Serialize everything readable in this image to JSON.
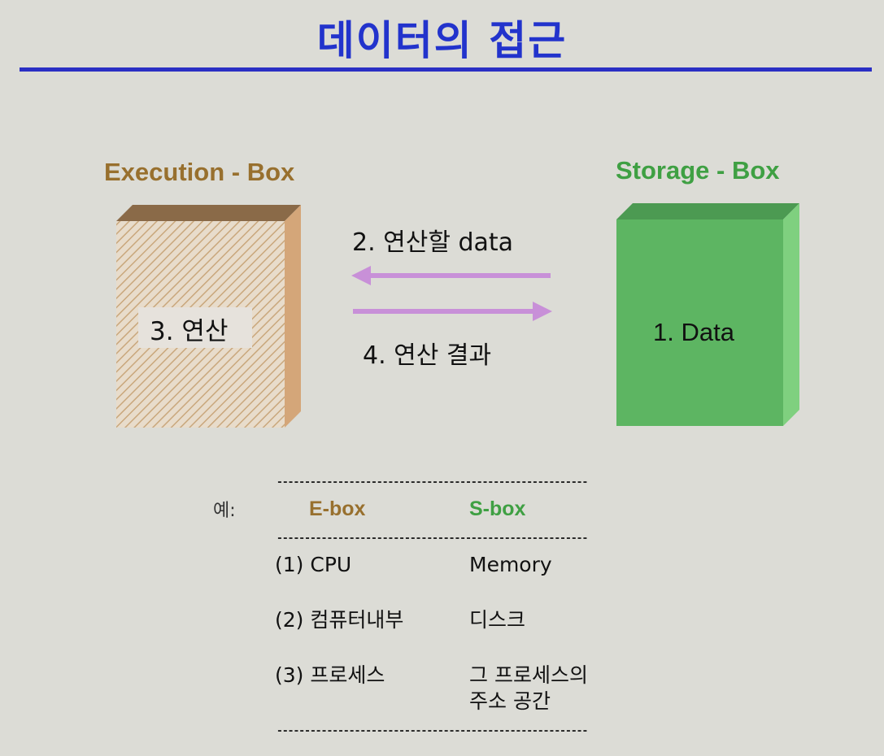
{
  "title": "데이터의 접근",
  "diagram": {
    "execution_box": {
      "label": "Execution - Box",
      "content": "3.  연산"
    },
    "storage_box": {
      "label": "Storage - Box",
      "content": "1. Data"
    },
    "arrows": [
      {
        "label": "2.  연산할 data",
        "direction": "storage-to-execution"
      },
      {
        "label": "4.  연산 결과",
        "direction": "execution-to-storage"
      }
    ]
  },
  "example": {
    "label": "예:",
    "separator": "--------------------------------------------------------",
    "headers": {
      "ebox": "E-box",
      "sbox": "S-box"
    },
    "rows": [
      {
        "ebox": "(1) CPU",
        "sbox": "Memory"
      },
      {
        "ebox": "(2) 컴퓨터내부",
        "sbox": "디스크"
      },
      {
        "ebox": "(3) 프로세스",
        "sbox_line1": "그 프로세스의",
        "sbox_line2": "주소 공간"
      }
    ]
  },
  "colors": {
    "title": "#2233cc",
    "title_rule": "#2a2fc4",
    "execution": "#98702e",
    "storage": "#3fa043",
    "arrow": "#c890d8"
  }
}
